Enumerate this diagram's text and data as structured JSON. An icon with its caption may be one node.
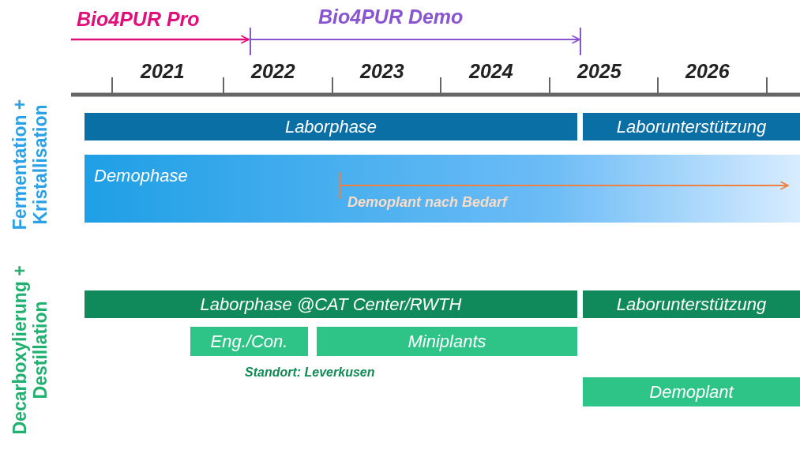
{
  "diagram": {
    "nodes": [
      {
        "text": [
          "Laborphase"
        ]
      },
      {
        "text": [
          "Laborunterstützung"
        ]
      },
      {
        "text": [
          "Demophase",
          "Demoplant nach Bedarf"
        ]
      },
      {
        "text": [
          "Laborphase @CAT Center/RWTH"
        ]
      },
      {
        "text": [
          "Laborunterstützung"
        ]
      },
      {
        "text": [
          "Eng./Con."
        ]
      },
      {
        "text": [
          "Miniplants"
        ]
      },
      {
        "text": [
          "Demoplant"
        ]
      }
    ],
    "labels": [
      "Bio4PUR Pro",
      "Bio4PUR Demo",
      "2021",
      "2022",
      "2023",
      "2024",
      "2025",
      "2026",
      "Fermentation + Kristallisation",
      "Decarboxylierung + Destillation",
      "Standort: Leverkusen"
    ]
  }
}
